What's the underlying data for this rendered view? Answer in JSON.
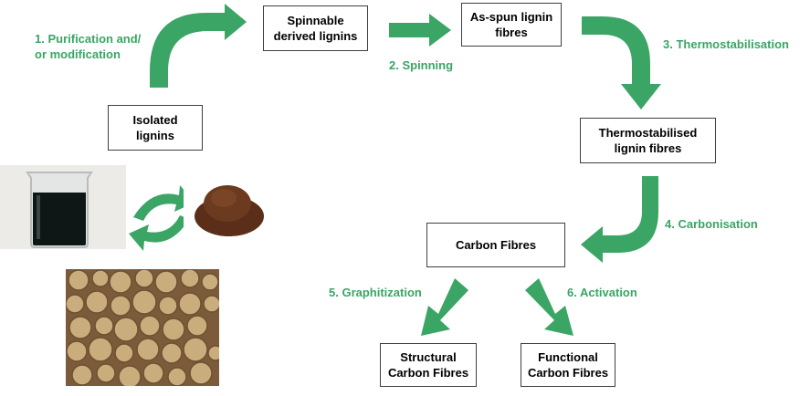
{
  "colors": {
    "arrow": "#3aa564",
    "label": "#3aa564",
    "box_border": "#3f3f3f",
    "liquor": "#0f1716",
    "powder": "#5a2e18",
    "wood": "#b59a6c"
  },
  "boxes": {
    "isolated": "Isolated\nlignins",
    "spinnable": "Spinnable\nderived lignins",
    "as_spun": "As-spun lignin\nfibres",
    "thermostabilised": "Thermostabilised\nlignin fibres",
    "carbon": "Carbon Fibres",
    "structural": "Structural\nCarbon Fibres",
    "functional": "Functional\nCarbon Fibres"
  },
  "steps": {
    "purification": "1. Purification and/\nor modification",
    "spinning": "2. Spinning",
    "thermostabilisation": "3. Thermostabilisation",
    "carbonisation": "4. Carbonisation",
    "graphitization": "5. Graphitization",
    "activation": "6. Activation"
  },
  "images": {
    "beaker": "black-liquor-beaker",
    "powder": "lignin-powder",
    "wood": "wood-logs"
  }
}
